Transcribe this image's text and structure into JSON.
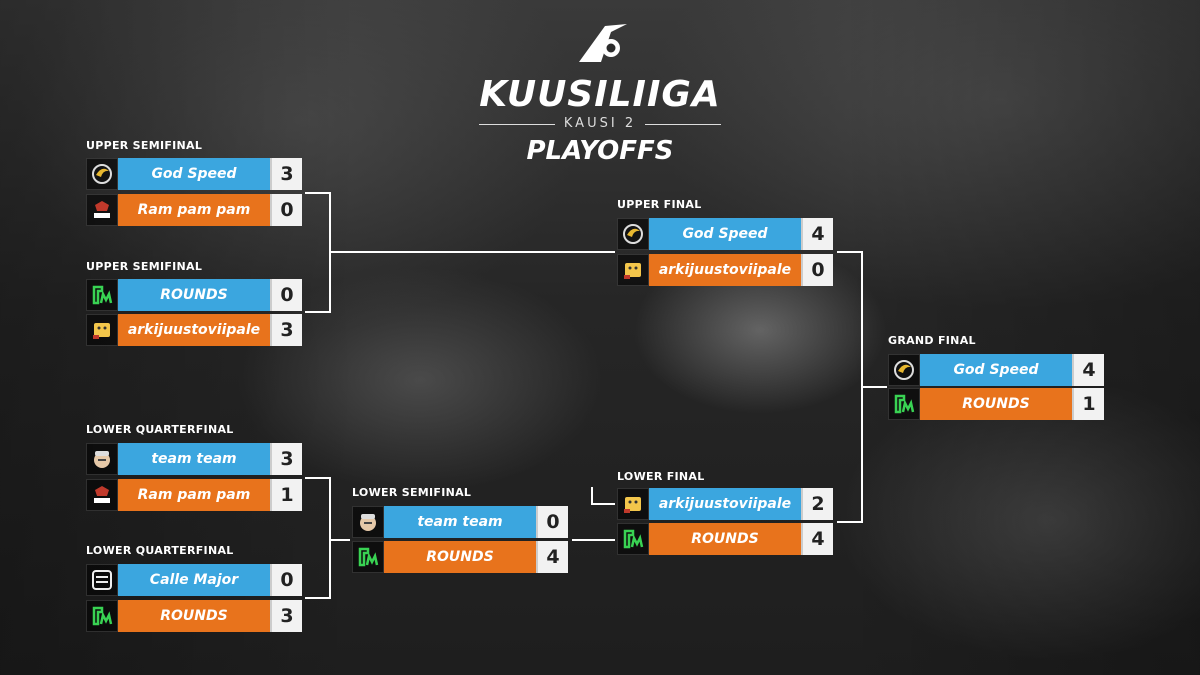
{
  "header": {
    "title": "KUUSILIIGA",
    "season": "KAUSI 2",
    "subtitle": "PLAYOFFS"
  },
  "colors": {
    "blue": "#3ba6df",
    "orange": "#e8731c",
    "score_bg": "#f2f2f2"
  },
  "matches": {
    "us1": {
      "label": "UPPER SEMIFINAL",
      "teams": [
        {
          "name": "God Speed",
          "score": "3",
          "icon": "godspeed-logo-icon"
        },
        {
          "name": "Ram pam pam",
          "score": "0",
          "icon": "rampampam-logo-icon"
        }
      ]
    },
    "us2": {
      "label": "UPPER SEMIFINAL",
      "teams": [
        {
          "name": "ROUNDS",
          "score": "0",
          "icon": "rounds-logo-icon"
        },
        {
          "name": "arkijuustoviipale",
          "score": "3",
          "icon": "arkijuusto-logo-icon"
        }
      ]
    },
    "lq1": {
      "label": "LOWER QUARTERFINAL",
      "teams": [
        {
          "name": "team team",
          "score": "3",
          "icon": "teamteam-logo-icon"
        },
        {
          "name": "Ram pam pam",
          "score": "1",
          "icon": "rampampam-logo-icon"
        }
      ]
    },
    "lq2": {
      "label": "LOWER QUARTERFINAL",
      "teams": [
        {
          "name": "Calle Major",
          "score": "0",
          "icon": "callemajor-logo-icon"
        },
        {
          "name": "ROUNDS",
          "score": "3",
          "icon": "rounds-logo-icon"
        }
      ]
    },
    "ls": {
      "label": "LOWER SEMIFINAL",
      "teams": [
        {
          "name": "team team",
          "score": "0",
          "icon": "teamteam-logo-icon"
        },
        {
          "name": "ROUNDS",
          "score": "4",
          "icon": "rounds-logo-icon"
        }
      ]
    },
    "uf": {
      "label": "UPPER FINAL",
      "teams": [
        {
          "name": "God Speed",
          "score": "4",
          "icon": "godspeed-logo-icon"
        },
        {
          "name": "arkijuustoviipale",
          "score": "0",
          "icon": "arkijuusto-logo-icon"
        }
      ]
    },
    "lf": {
      "label": "LOWER FINAL",
      "teams": [
        {
          "name": "arkijuustoviipale",
          "score": "2",
          "icon": "arkijuusto-logo-icon"
        },
        {
          "name": "ROUNDS",
          "score": "4",
          "icon": "rounds-logo-icon"
        }
      ]
    },
    "gf": {
      "label": "GRAND FINAL",
      "teams": [
        {
          "name": "God Speed",
          "score": "4",
          "icon": "godspeed-logo-icon"
        },
        {
          "name": "ROUNDS",
          "score": "1",
          "icon": "rounds-logo-icon"
        }
      ]
    }
  }
}
